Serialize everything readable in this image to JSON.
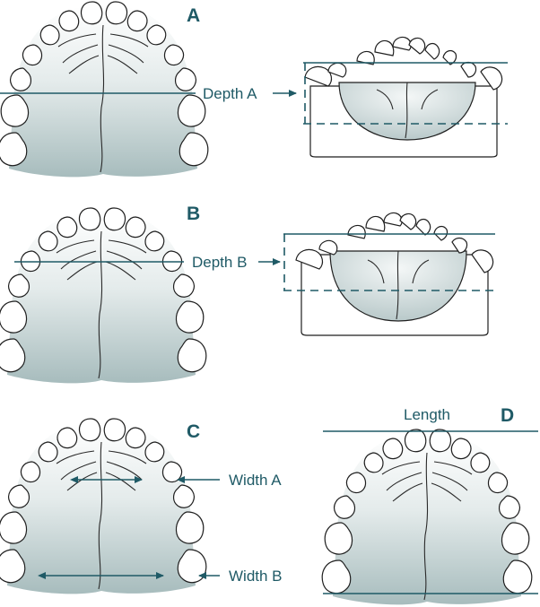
{
  "panels": {
    "a": "A",
    "b": "B",
    "c": "C",
    "d": "D"
  },
  "labels": {
    "depth_a": "Depth A",
    "depth_b": "Depth B",
    "width_a": "Width A",
    "width_b": "Width B",
    "length": "Length"
  },
  "colors": {
    "accent": "#1f5a66",
    "palate_light": "#ffffff",
    "palate_dark": "#a7bcbd",
    "line": "#1f1f1f"
  }
}
